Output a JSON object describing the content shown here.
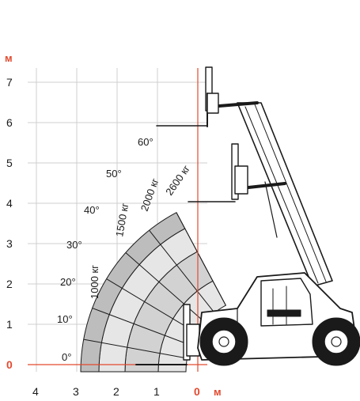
{
  "diagram": {
    "unit_label": "м",
    "colors": {
      "accent": "#e24a2f",
      "grid": "#cfcfcf",
      "zone_light": "#e6e6e6",
      "zone_mid": "#d2d2d2",
      "zone_dark": "#bdbdbd",
      "outline": "#1a1a1a"
    },
    "y_ticks": [
      {
        "value": 7,
        "label": "7"
      },
      {
        "value": 6,
        "label": "6"
      },
      {
        "value": 5,
        "label": "5"
      },
      {
        "value": 4,
        "label": "4"
      },
      {
        "value": 3,
        "label": "3"
      },
      {
        "value": 2,
        "label": "2"
      },
      {
        "value": 1,
        "label": "1"
      },
      {
        "value": 0,
        "label": "0",
        "accent": true
      }
    ],
    "x_ticks": [
      {
        "value": 4,
        "label": "4"
      },
      {
        "value": 3,
        "label": "3"
      },
      {
        "value": 2,
        "label": "2"
      },
      {
        "value": 1,
        "label": "1"
      },
      {
        "value": 0,
        "label": "0",
        "accent": true
      }
    ],
    "x_unit_label": "м",
    "angles": [
      {
        "deg": 0,
        "label": "0°"
      },
      {
        "deg": 10,
        "label": "10°"
      },
      {
        "deg": 20,
        "label": "20°"
      },
      {
        "deg": 30,
        "label": "30°"
      },
      {
        "deg": 40,
        "label": "40°"
      },
      {
        "deg": 50,
        "label": "50°"
      },
      {
        "deg": 60,
        "label": "60°"
      }
    ],
    "load_zones": [
      {
        "label": "1000 кг"
      },
      {
        "label": "1500 кг"
      },
      {
        "label": "2000 кг"
      },
      {
        "label": "2600 кг"
      }
    ]
  }
}
